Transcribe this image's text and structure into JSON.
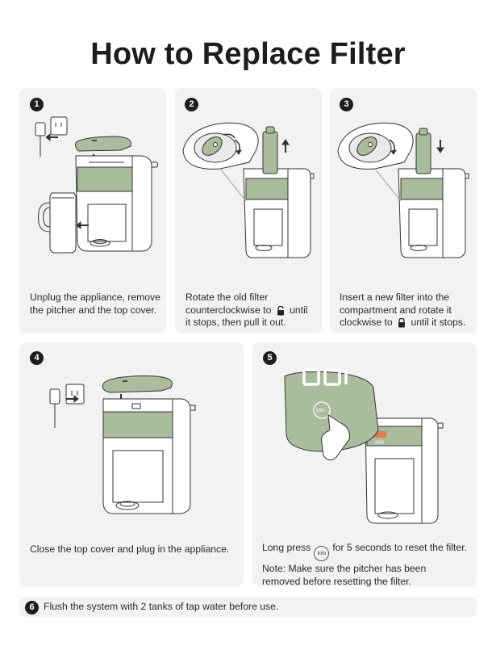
{
  "page": {
    "title": "How to Replace Filter"
  },
  "steps": [
    {
      "number": "1",
      "lines": [
        "Unplug the appliance, remove",
        "the pitcher and the top cover."
      ]
    },
    {
      "number": "2",
      "line1": "Rotate the old filter",
      "line2_before": "counterclockwise to",
      "line2_after": "until",
      "line3": "it stops, then pull it out.",
      "icon": "unlock-icon"
    },
    {
      "number": "3",
      "line1": "Insert a new filter into the",
      "line2": "compartment and rotate it",
      "line3_before": "clockwise to",
      "line3_after": "until it stops.",
      "icon": "lock-icon"
    },
    {
      "number": "4",
      "lines": [
        "Close the top cover and plug in the appliance."
      ]
    },
    {
      "number": "5",
      "line1_before": "Long press",
      "button_label": "Info",
      "line1_after": "for 5 seconds to reset the filter.",
      "note_lines": [
        "Note: Make sure the pitcher has been",
        "removed before resetting the filter."
      ]
    },
    {
      "number": "6",
      "text": "Flush the system with 2 tanks of tap water before use."
    }
  ],
  "illustration": {
    "display_digits": "888",
    "button_label": "Info",
    "accent_color": "#a9bc9c",
    "line_color": "#333333"
  }
}
